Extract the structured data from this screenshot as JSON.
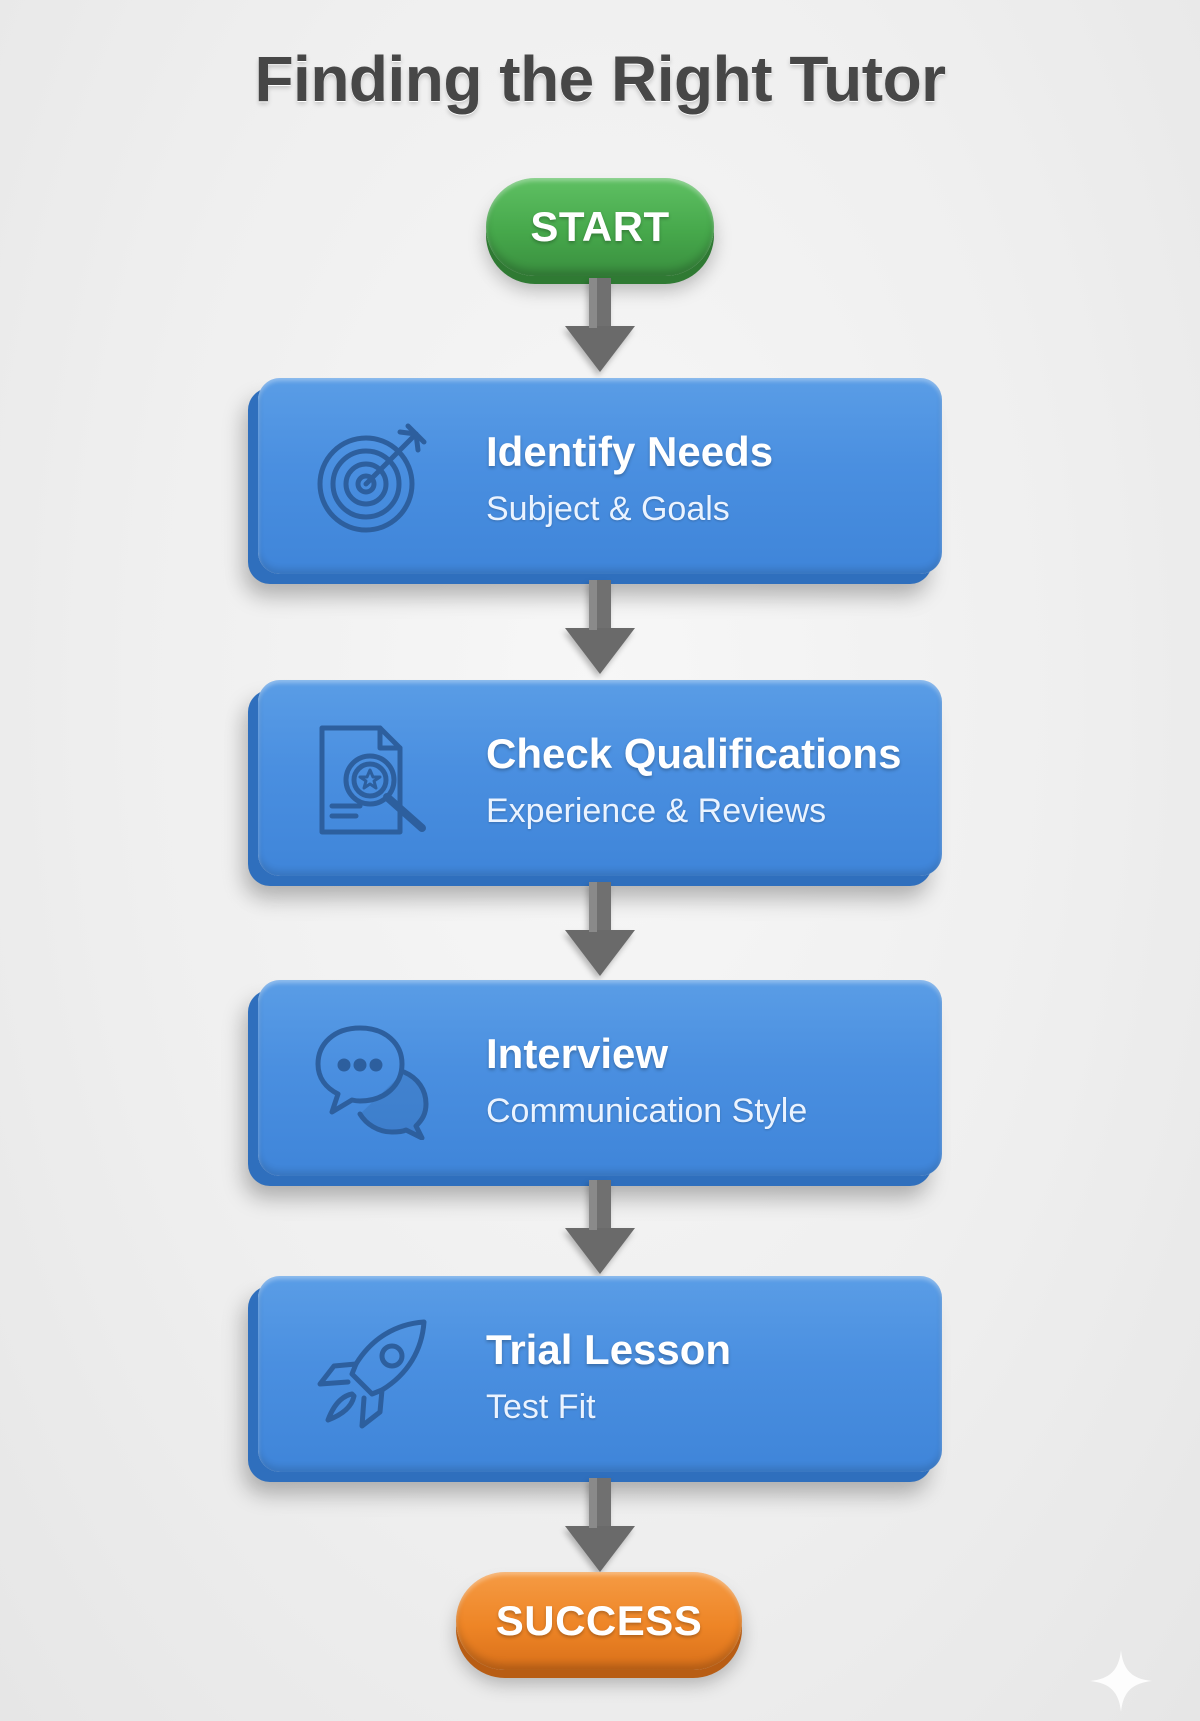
{
  "title": "Finding the Right Tutor",
  "start": {
    "label": "START",
    "color": "#46a84b"
  },
  "end": {
    "label": "SUCCESS",
    "color": "#ee8526"
  },
  "steps": [
    {
      "title": "Identify Needs",
      "subtitle": "Subject & Goals",
      "icon": "target-icon"
    },
    {
      "title": "Check Qualifications",
      "subtitle": "Experience & Reviews",
      "icon": "document-search-icon"
    },
    {
      "title": "Interview",
      "subtitle": "Communication Style",
      "icon": "chat-bubbles-icon"
    },
    {
      "title": "Trial Lesson",
      "subtitle": "Test Fit",
      "icon": "rocket-icon"
    }
  ],
  "colors": {
    "card": "#4a8fe0",
    "icon_stroke": "#2d5f9e",
    "arrow": "#6f6f6f",
    "title_text": "#474747"
  }
}
